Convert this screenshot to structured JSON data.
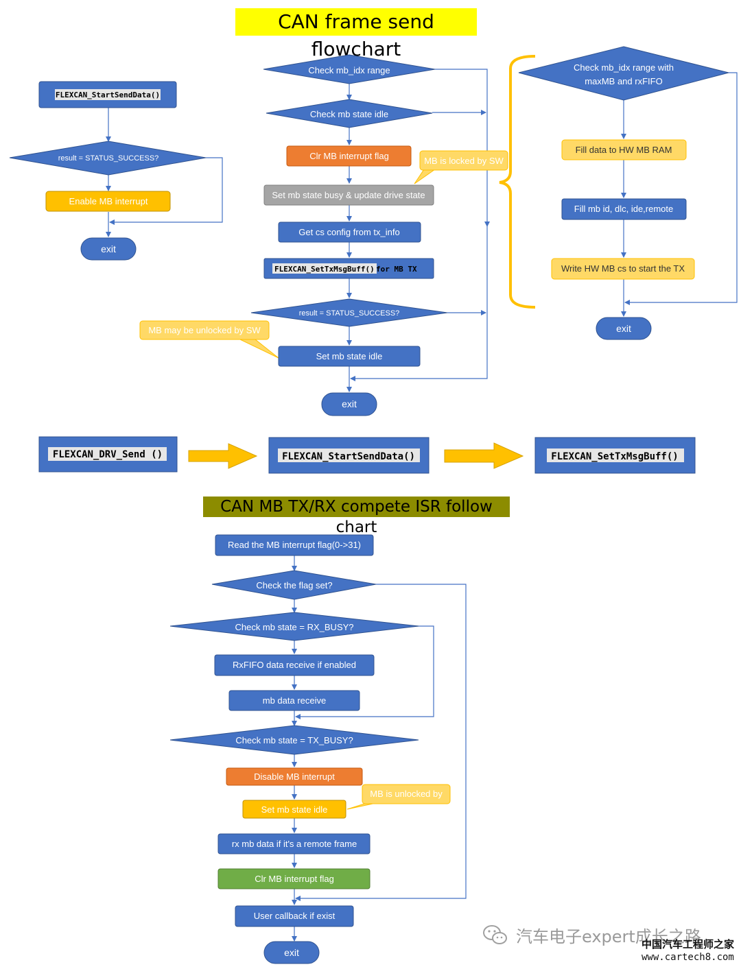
{
  "titles": {
    "send_flowchart": "CAN frame send flowchart",
    "isr_chart": "CAN MB TX/RX compete ISR follow chart"
  },
  "colors": {
    "blue": "#4472c4",
    "orange": "#ed7d31",
    "gold": "#ffc000",
    "light_yellow": "#ffd966",
    "gray": "#a5a5a5",
    "green": "#70ad47",
    "bracket": "#ffc000"
  },
  "left_flow": {
    "start": "FLEXCAN_StartSendData()",
    "decision": "result = STATUS_SUCCESS?",
    "enable": "Enable MB interrupt",
    "exit": "exit"
  },
  "middle_flow": {
    "check_range": "Check mb_idx range",
    "check_idle": "Check mb state idle",
    "clr_flag": "Clr MB interrupt flag",
    "locked_note": "MB is locked by SW",
    "set_busy": "Set mb state busy & update drive state",
    "get_cs": "Get cs config from tx_info",
    "set_tx_fn": "FLEXCAN_SetTxMsgBuff()",
    "set_tx_suffix": " for MB TX",
    "decision": "result = STATUS_SUCCESS?",
    "unlocked_note": "MB may be unlocked by SW",
    "set_idle": "Set mb state idle",
    "exit": "exit"
  },
  "right_flow": {
    "check_range_line1": "Check mb_idx range with",
    "check_range_line2": "maxMB and rxFIFO",
    "fill_data": "Fill data to HW MB RAM",
    "fill_id": "Fill mb id, dlc, ide,remote",
    "write_cs": "Write HW MB cs to start the TX",
    "exit": "exit"
  },
  "call_chain": [
    "FLEXCAN_DRV_Send ()",
    "FLEXCAN_StartSendData()",
    "FLEXCAN_SetTxMsgBuff()"
  ],
  "isr_flow": {
    "read_flag": "Read the MB interrupt flag(0->31)",
    "check_flag": "Check the flag set?",
    "check_rx": "Check mb state = RX_BUSY?",
    "rxfifo": "RxFIFO data receive if enabled",
    "mb_receive": "mb data receive",
    "check_tx": "Check mb state = TX_BUSY?",
    "disable_int": "Disable MB interrupt",
    "unlocked_note": "MB is unlocked by",
    "set_idle": "Set mb state idle",
    "rx_remote": "rx mb data if it's a remote frame",
    "clr_flag": "Clr MB interrupt flag",
    "callback": "User callback if exist",
    "exit": "exit"
  },
  "watermark": {
    "account": "汽车电子expert成长之路",
    "site_name": "中国汽车工程师之家",
    "url": "www.cartech8.com",
    "logo_icon": "wechat-icon"
  }
}
